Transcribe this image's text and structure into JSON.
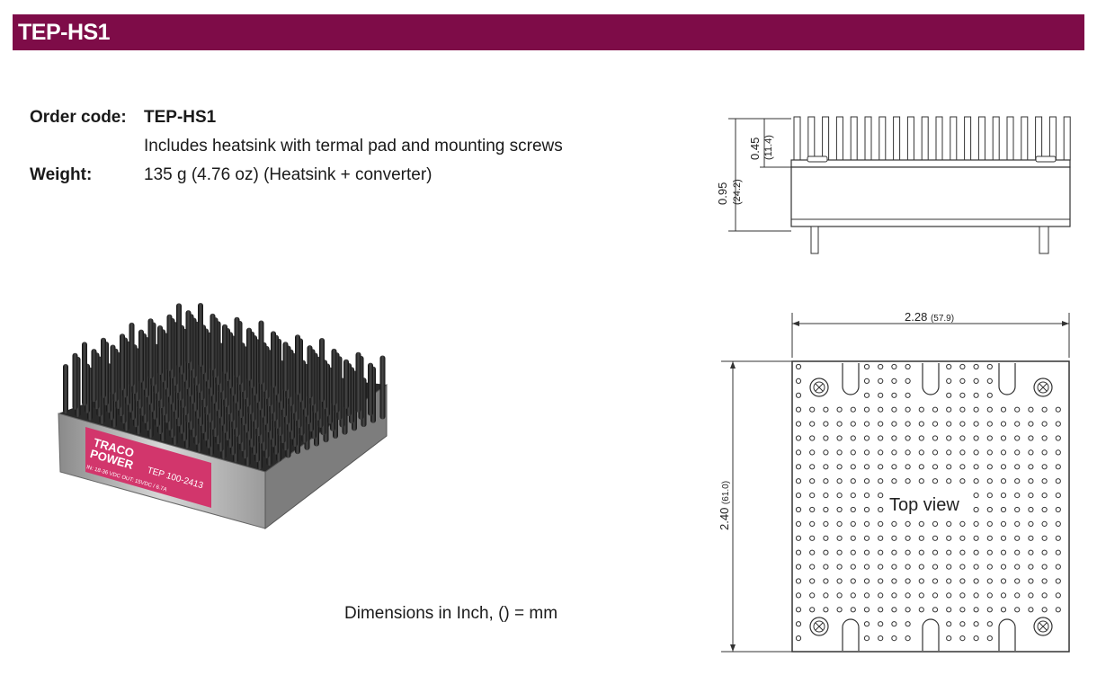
{
  "header": {
    "title": "TEP-HS1"
  },
  "specs": {
    "order_label": "Order code:",
    "order_value": "TEP-HS1",
    "includes": "Includes heatsink with termal pad and mounting screws",
    "weight_label": "Weight:",
    "weight_value": "135 g (4.76 oz) (Heatsink + converter)"
  },
  "product_label": {
    "brand_line1": "TRACO",
    "brand_line2": "POWER",
    "model": "TEP 100-2413",
    "input": "IN: 18-36 VDC  OUT: 15VDC / 6.7A"
  },
  "note": "Dimensions in Inch, () = mm",
  "side_view": {
    "total_height": "0.95",
    "total_height_mm": "(24.2)",
    "fin_height": "0.45",
    "fin_height_mm": "(11.4)"
  },
  "top_view": {
    "width": "2.28",
    "width_mm": "(57.9)",
    "height": "2.40",
    "height_mm": "(61.0)",
    "caption": "Top view"
  },
  "colors": {
    "title_bar": "#7e0c48",
    "label_pink": "#d2366c"
  }
}
